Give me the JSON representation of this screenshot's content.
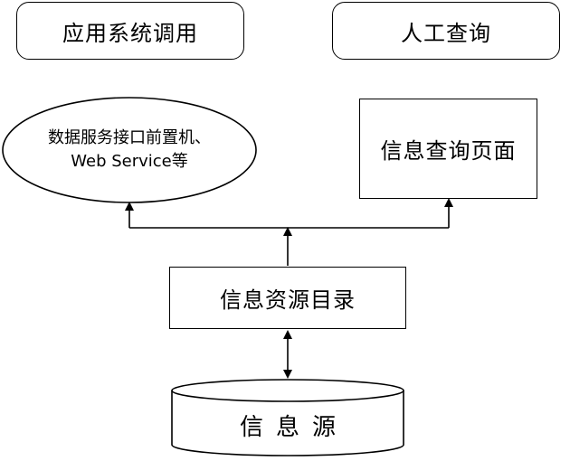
{
  "nodes": {
    "app_call": "应用系统调用",
    "manual_query": "人工查询",
    "front_machine_line1": "数据服务接口前置机、",
    "front_machine_line2": "Web Service等",
    "query_page": "信息查询页面",
    "resource_catalog": "信息资源目录",
    "info_source": "信息源"
  },
  "colors": {
    "line": "#000000",
    "fill": "#ffffff"
  }
}
